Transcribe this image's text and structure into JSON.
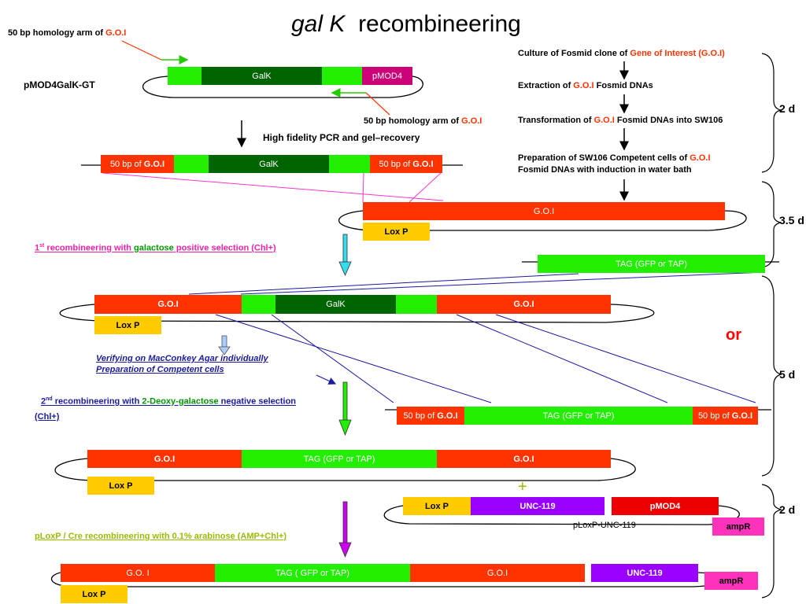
{
  "title": {
    "italic": "gal K",
    "rest": "recombineering"
  },
  "callouts": {
    "arm_top": {
      "prefix": "50 bp homology arm  of ",
      "goi": "G.O.I"
    },
    "arm_mid": {
      "prefix": "50 bp homology arm  of ",
      "goi": "G.O.I"
    },
    "pmod4galk": "pMOD4GalK-GT",
    "pcr": "High fidelity PCR and gel–recovery"
  },
  "steps": {
    "s1": {
      "a": "Culture of Fosmid clone of ",
      "b": "Gene of Interest (G.O.I)"
    },
    "s2": {
      "a": "Extraction of ",
      "b": "G.O.I",
      "c": " Fosmid  DNAs"
    },
    "s3": {
      "a": "Transformation of ",
      "b": "G.O.I",
      "c": " Fosmid DNAs into SW106"
    },
    "s4": {
      "a": "Preparation of  SW106 Competent  cells of ",
      "b": "G.O.I",
      "line2": "Fosmid DNAs with  induction in water bath"
    }
  },
  "durations": {
    "d1": "2 d",
    "d2": "3.5 d",
    "d3": "5 d",
    "d4": "2 d"
  },
  "or_label": "or",
  "plus": "+",
  "labels": {
    "rec1": {
      "sup": "st",
      "num": "1",
      "a": "  recombineering with ",
      "b": "galactose",
      "c": "  positive selection (Chl+)"
    },
    "verify1": "Verifying on MacConkey Agar individually",
    "verify2": "Preparation of Competent cells",
    "rec2": {
      "num": "2",
      "sup": "nd",
      "a": " recombineering with ",
      "b": "2-Deoxy-galactose",
      "c": " negative selection",
      "line2": "(Chl+)"
    },
    "rec3": "pLoxP / Cre recombineering with 0.1% arabinose (AMP+Chl+)"
  },
  "segments": {
    "galk": "GalK",
    "pmod4": "pMOD4",
    "arm": {
      "prefix": "50 bp of ",
      "goi": "G.O.I"
    },
    "goi": "G.O.I",
    "goi_spaced": "G.O. I",
    "loxp": "Lox P",
    "tag": "TAG (GFP or TAP)",
    "tag_spaced": "TAG ( GFP or TAP)",
    "unc": "UNC-119",
    "pmod4_caps": "pMOD4",
    "ampr": "ampR",
    "plasmid_name": "pLoxP-UNC-119"
  },
  "colors": {
    "green": "#22ee00",
    "dark_green": "#006400",
    "red": "#ff3300",
    "magenta": "#cc0077",
    "yellow": "#ffcc00",
    "purple": "#9900ff",
    "pink": "#ff33bb",
    "navy": "#1a1aa0",
    "olive": "#99bb00"
  }
}
